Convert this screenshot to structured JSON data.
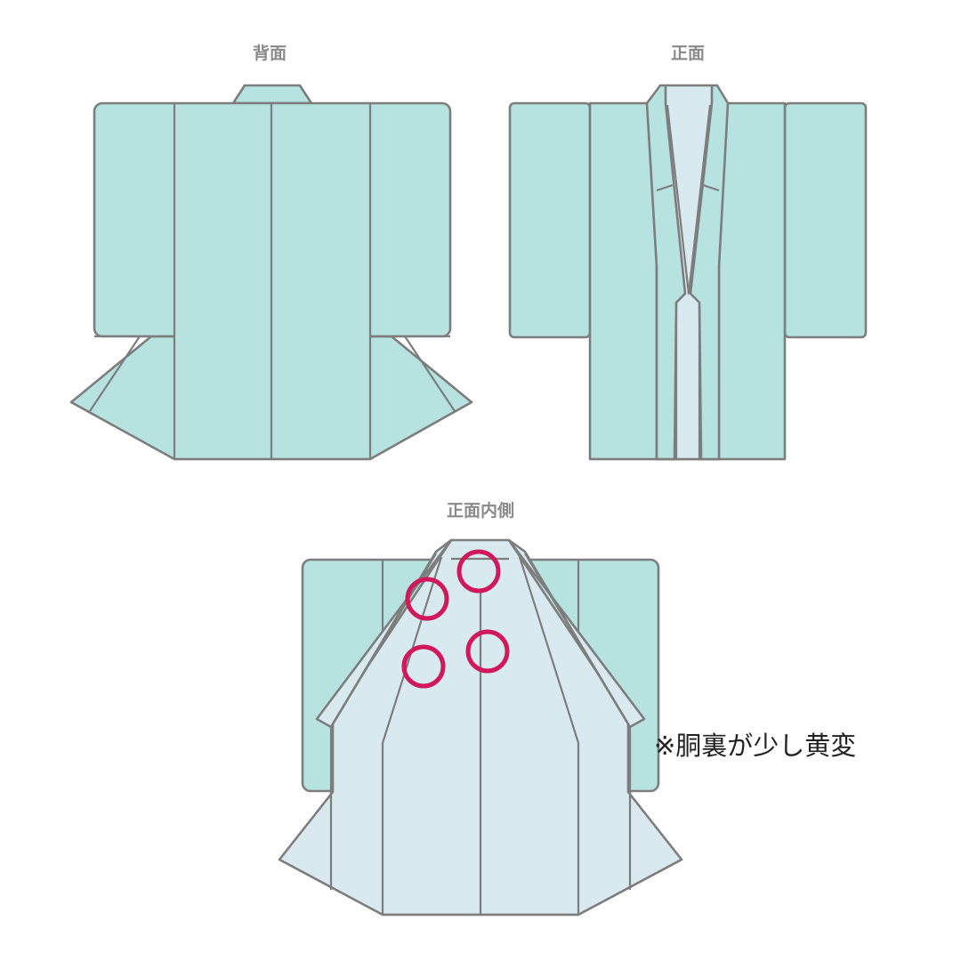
{
  "views": {
    "back": {
      "label": "背面"
    },
    "front": {
      "label": "正面"
    },
    "inside": {
      "label": "正面内側"
    }
  },
  "note": {
    "text": "※胴裏が少し黄変"
  },
  "markers": {
    "count": 4,
    "meaning": "stain-marker-icon"
  },
  "colors": {
    "outer_fabric": "#b6e3e0",
    "lining": "#d8e9ef",
    "outline": "#7d7d7d",
    "marker": "#d1185a"
  }
}
